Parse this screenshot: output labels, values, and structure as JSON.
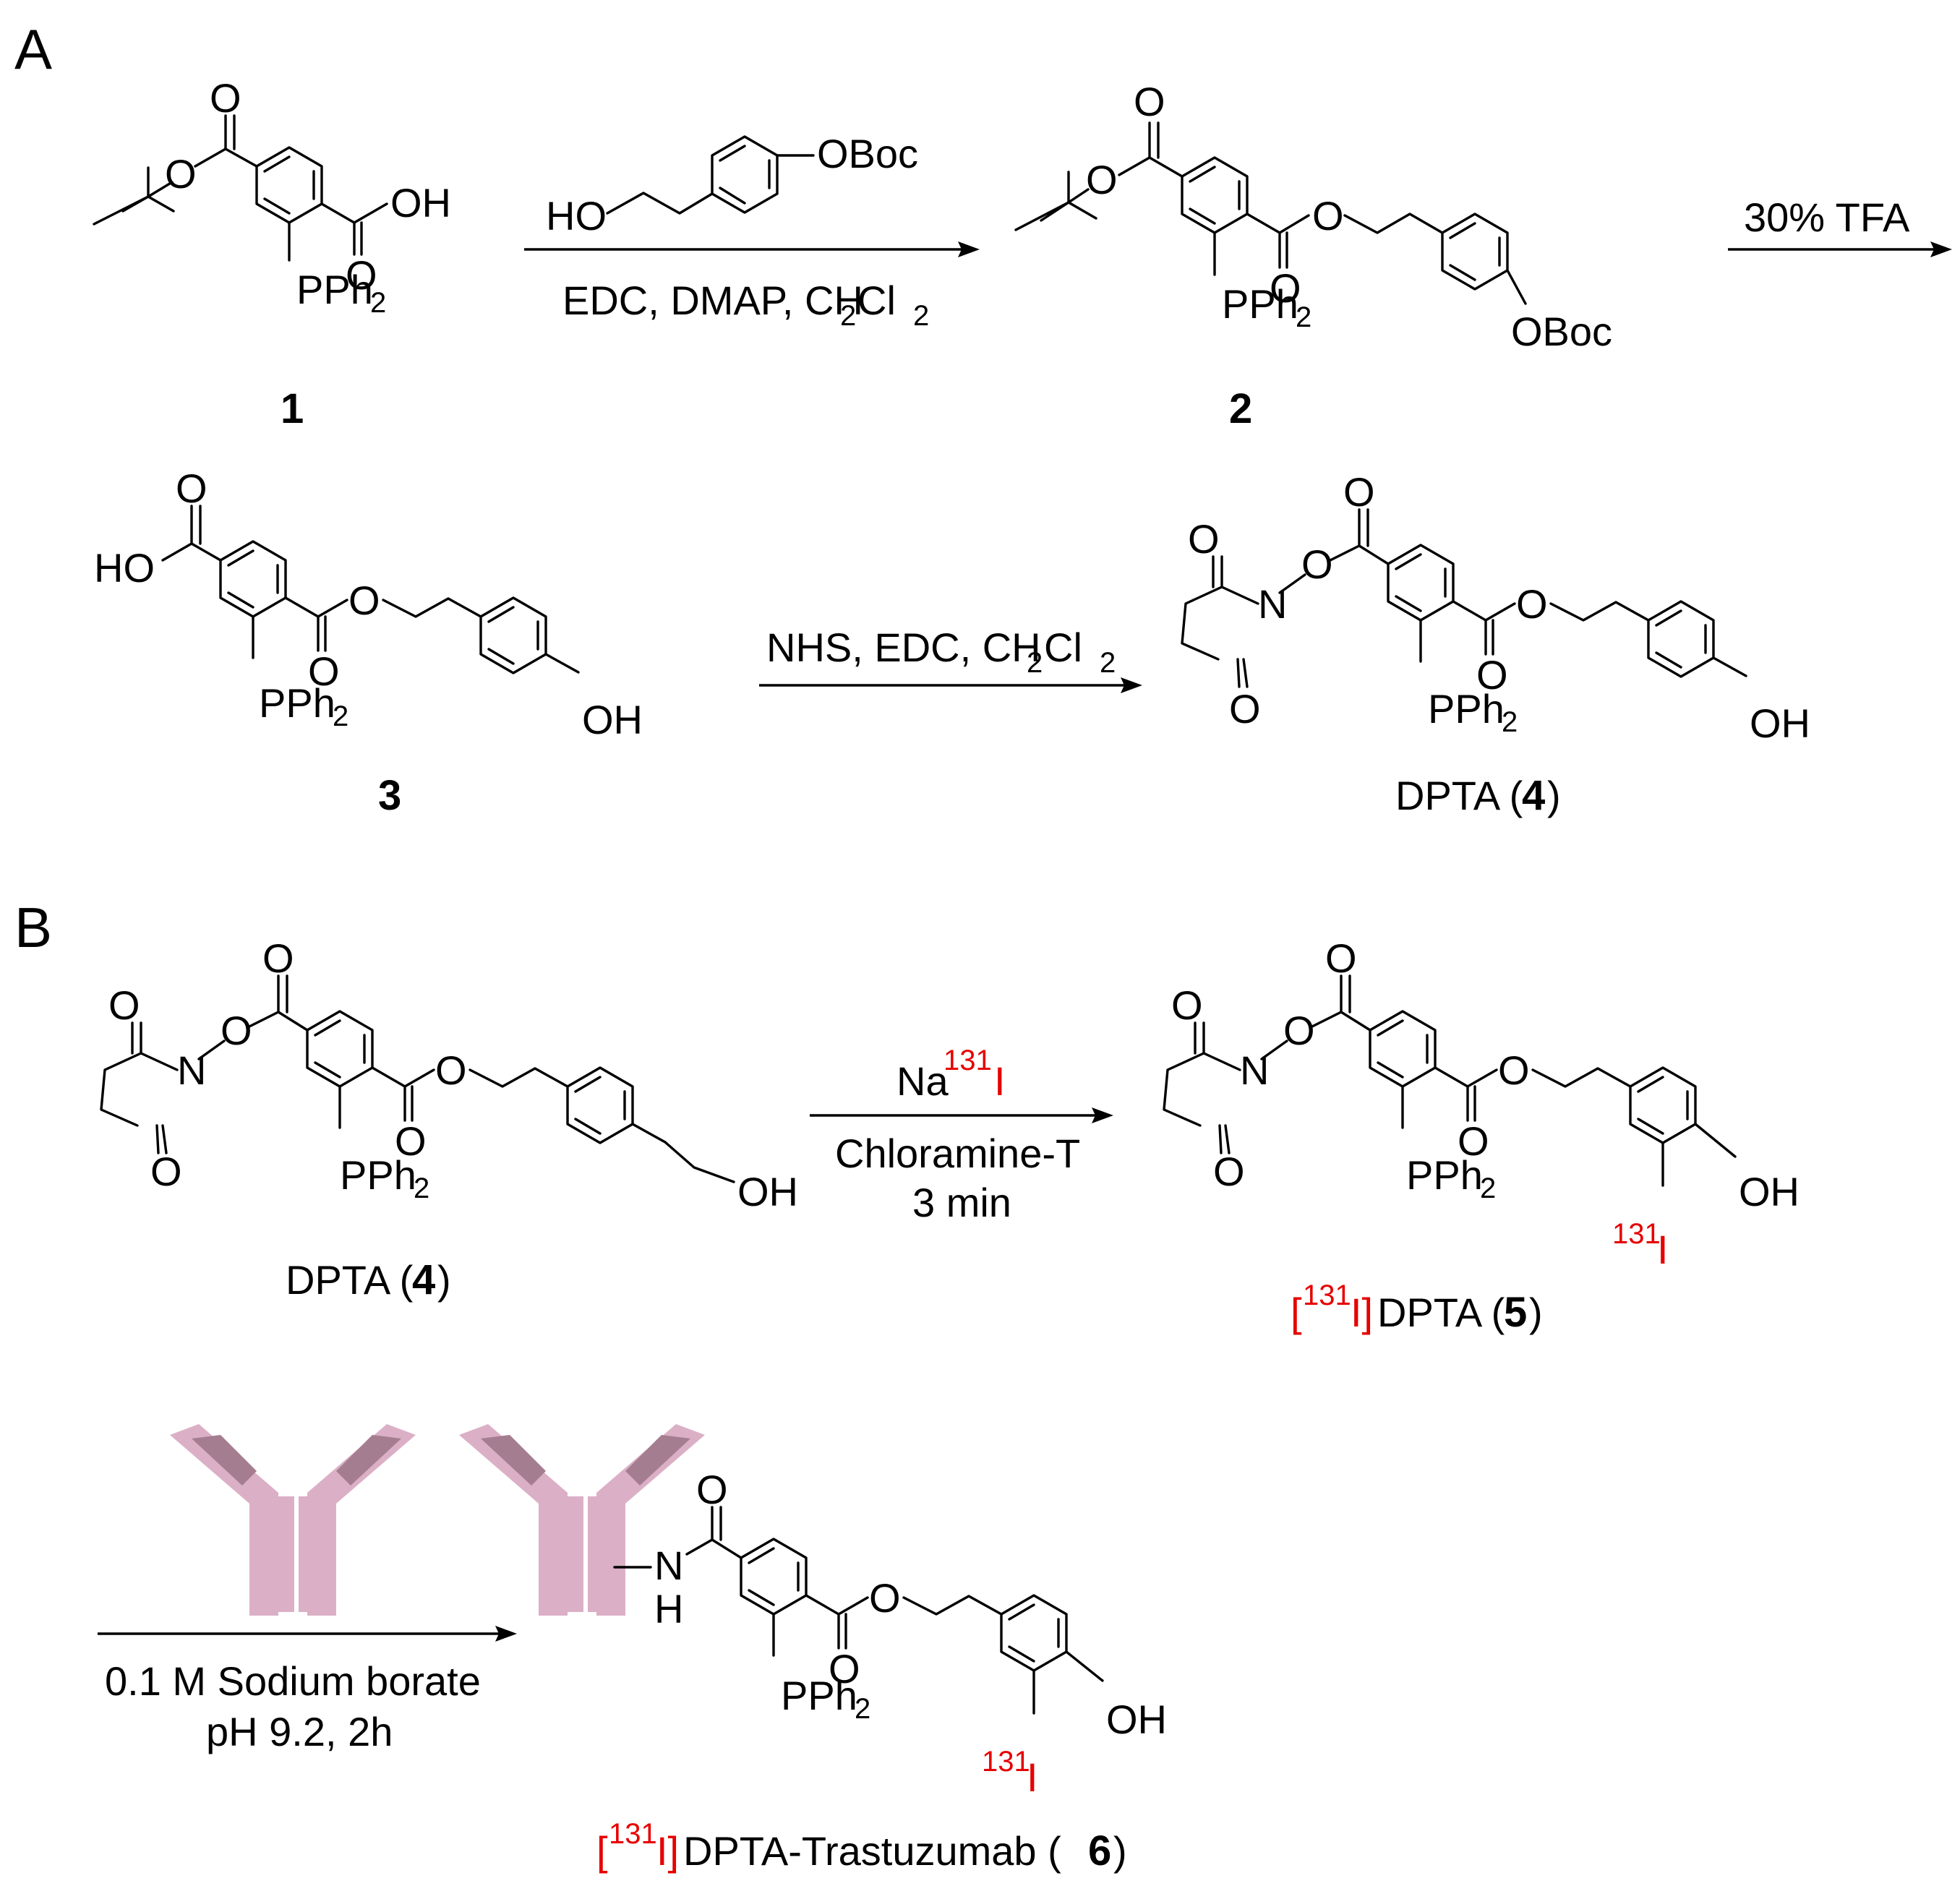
{
  "panels": {
    "a": "A",
    "b": "B"
  },
  "atoms": {
    "O": "O",
    "OH": "OH",
    "HO": "HO",
    "N": "N",
    "NH_N": "N",
    "NH_H": "H",
    "PPh": "PPh",
    "sub2": "2",
    "OBoc": "OBoc",
    "iso": "131",
    "I": "I"
  },
  "compounds": {
    "c1": "1",
    "c2": "2",
    "c3": "3",
    "c4_prefix": "DPTA (",
    "c4_num": "4",
    "c4_suffix": ")",
    "c5_open": "[",
    "c5_iso": "131",
    "c5_I": "I]",
    "c5_name": "DPTA (",
    "c5_num": "5",
    "c5_suffix": ")",
    "c6_open": "[",
    "c6_iso": "131",
    "c6_I": "I]",
    "c6_name": "DPTA-Trastuzumab (",
    "c6_num": "6",
    "c6_suffix": ")"
  },
  "conditions": {
    "step1": {
      "line1_a": "EDC, DMAP, CH",
      "line1_sub": "2",
      "line1_b": "Cl",
      "line1_sub2": "2"
    },
    "step2": {
      "above": "30% TFA"
    },
    "step3": {
      "above_a": "NHS, EDC, CH",
      "above_sub": "2",
      "above_b": "Cl",
      "above_sub2": "2"
    },
    "step4": {
      "above_a": "Na",
      "above_iso": "131",
      "above_I": "I",
      "below1": "Chloramine-T",
      "below2": "3 min"
    },
    "step5": {
      "below1": "0.1 M Sodium borate",
      "below2": "pH 9.2, 2h"
    }
  },
  "colors": {
    "isotope": "#e60000",
    "antibody_arm": "#dbb0c6",
    "antibody_fab": "#a57d90",
    "ink": "#000000"
  }
}
